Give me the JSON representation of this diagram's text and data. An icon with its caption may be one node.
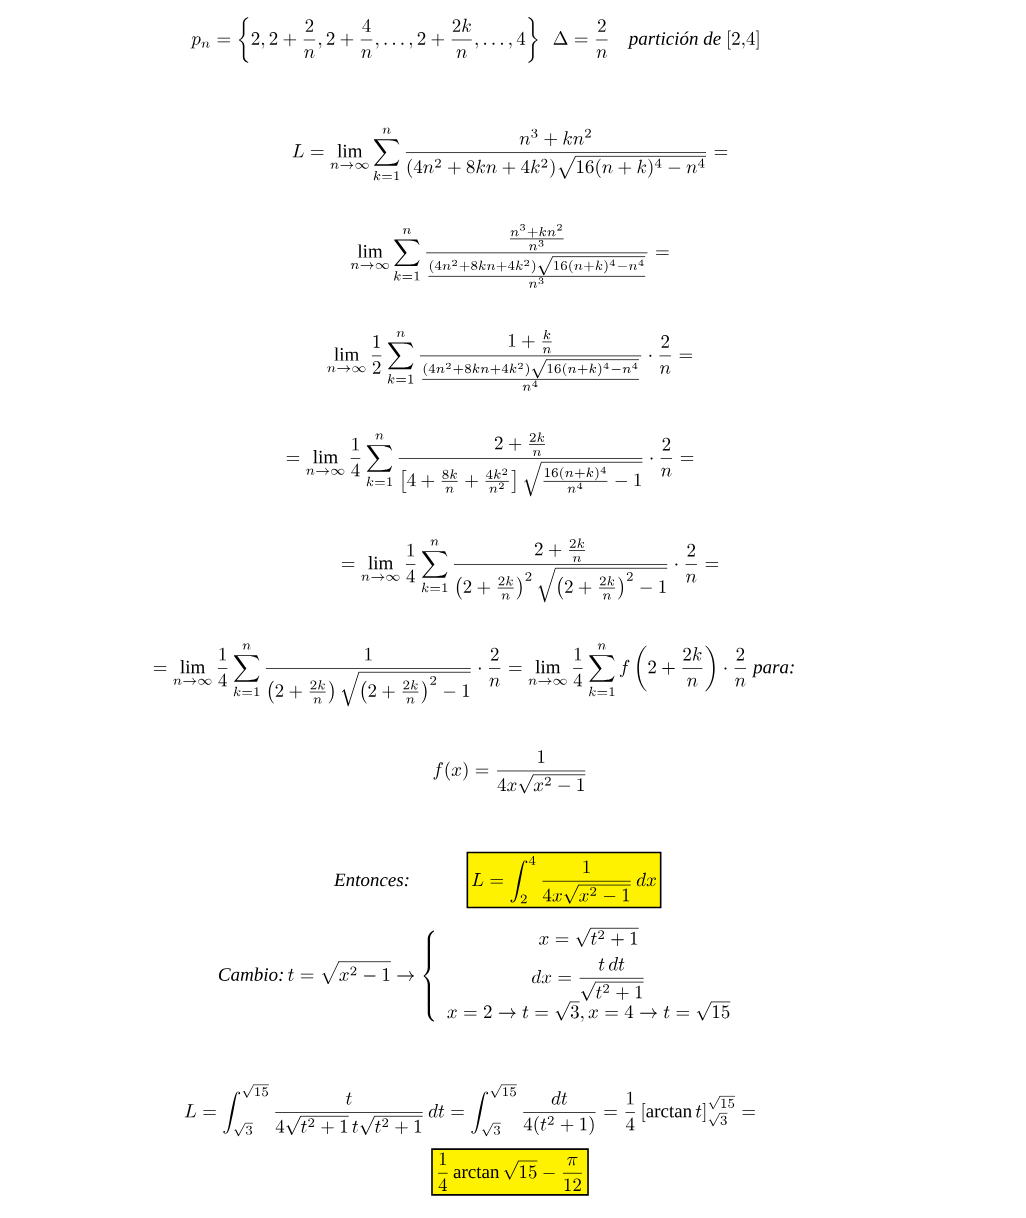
{
  "diagram": {
    "nodes": [
      {
        "text": [
          "L=\\int_2^4\\frac{1}{4x\\sqrt{x^2-1}}\\,dx"
        ]
      },
      {
        "text": [
          "\\frac{1}{4}\\arctan\\sqrt{15}-\\frac{\\pi}{12}"
        ]
      }
    ],
    "labels": [
      "p_n=\\left\\{2,2+\\frac{2}{n},2+\\frac{4}{n},\\ldots,2+\\frac{2k}{n},\\ldots,4\\right\\}\\ \\ \\Delta=\\frac{2}{n}\\quad \\textit{partición de}\\ [2{,}4]",
      "L=\\lim\\limits_{n\\to\\infty}\\sum_{k=1}^{n}\\frac{n^3+kn^2}{(4n^2+8kn+4k^2)\\sqrt{16(n+k)^4-n^4}}=",
      "\\lim\\limits_{n\\to\\infty}\\sum_{k=1}^{n}\\frac{\\frac{n^3+kn^2}{n^3}}{\\frac{(4n^2+8kn+4k^2)\\sqrt{16(n+k)^4-n^4}}{n^3}}=",
      "\\lim\\limits_{n\\to\\infty}\\frac{1}{2}\\sum_{k=1}^{n}\\frac{1+\\frac{k}{n}}{\\frac{(4n^2+8kn+4k^2)\\sqrt{16(n+k)^4-n^4}}{n^4}}\\cdot\\frac{2}{n}=",
      "=\\lim\\limits_{n\\to\\infty}\\frac{1}{4}\\sum_{k=1}^{n}\\frac{2+\\frac{2k}{n}}{\\left[4+\\frac{8k}{n}+\\frac{4k^2}{n^2}\\right]\\sqrt{\\frac{16(n+k)^4}{n^4}-1}}\\cdot\\frac{2}{n}=",
      "=\\lim\\limits_{n\\to\\infty}\\frac{1}{4}\\sum_{k=1}^{n}\\frac{2+\\frac{2k}{n}}{\\left(2+\\frac{2k}{n}\\right)^2\\sqrt{\\left(2+\\frac{2k}{n}\\right)^2-1}}\\cdot\\frac{2}{n}=",
      "=\\lim\\limits_{n\\to\\infty}\\frac{1}{4}\\sum_{k=1}^{n}\\frac{1}{\\left(2+\\frac{2k}{n}\\right)\\sqrt{\\left(2+\\frac{2k}{n}\\right)^2-1}}\\cdot\\frac{2}{n}=\\lim\\limits_{n\\to\\infty}\\frac{1}{4}\\sum_{k=1}^{n}f\\left(2+\\frac{2k}{n}\\right)\\cdot\\frac{2}{n}\\ \\textit{para:}",
      "f(x)=\\frac{1}{4x\\sqrt{x^2-1}}",
      "\\textit{Entonces:}",
      "\\textit{Cambio:}\\,t=\\sqrt{x^2-1}\\to\\left\\{\\begin{array}{c}x=\\sqrt{t^2+1}\\\\[3pt] dx=\\dfrac{t\\,dt}{\\sqrt{t^2+1}}\\\\[3pt] x=2\\to t=\\sqrt{3},x=4\\to t=\\sqrt{15}\\end{array}\\right.",
      "L=\\int_{\\sqrt{3}}^{\\sqrt{15}}\\frac{t}{4\\sqrt{t^2+1}\\,t\\sqrt{t^2+1}}\\,dt=\\int_{\\sqrt{3}}^{\\sqrt{15}}\\frac{dt}{4(t^2+1)}=\\frac{1}{4}\\left[\\arctan t\\right]_{\\sqrt{3}}^{\\sqrt{15}}="
    ]
  }
}
